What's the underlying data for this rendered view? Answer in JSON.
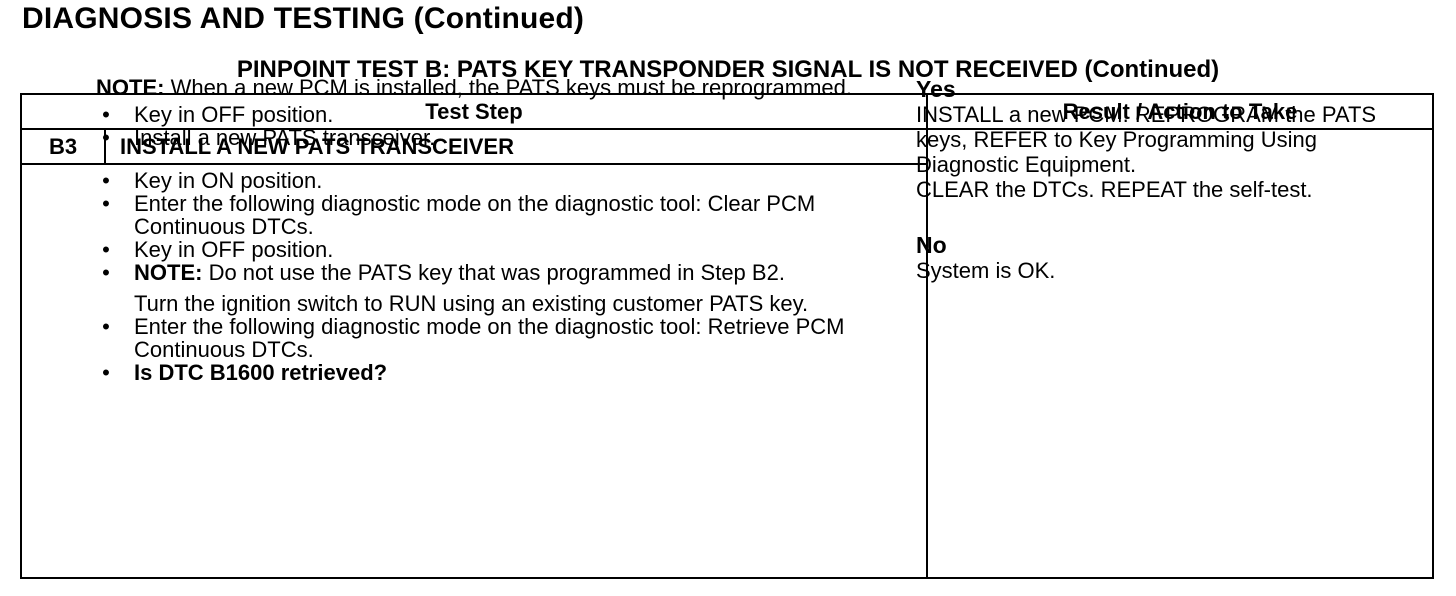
{
  "header": {
    "page_title": "DIAGNOSIS AND TESTING (Continued)",
    "test_title": "PINPOINT TEST  B: PATS KEY TRANSPONDER SIGNAL IS NOT RECEIVED (Continued)"
  },
  "table": {
    "columns": [
      "Test Step",
      "Result / Action to Take"
    ],
    "step_id": "B3",
    "step_heading": "INSTALL A NEW PATS TRANSCEIVER",
    "note_label": "NOTE:",
    "note_text": " When a new PCM is installed, the PATS keys must be reprogrammed.",
    "bullet": "•",
    "items": [
      "Key in OFF position.",
      "Install a new PATS transceiver.",
      "Key in ON position.",
      "Enter the following diagnostic mode on the diagnostic tool: Clear PCM Continuous DTCs.",
      "Key in OFF position."
    ],
    "item6_label": "NOTE:",
    "item6_text": " Do not use the PATS key that was programmed in Step B2.",
    "item6_continuation": "Turn the ignition switch to RUN using an existing customer PATS key.",
    "item7": "Enter the following diagnostic mode on the diagnostic tool: Retrieve PCM Continuous DTCs.",
    "item8": "Is DTC B1600 retrieved?",
    "results": {
      "yes_label": "Yes",
      "yes_text_1": "INSTALL a new PCM. REPROGRAM the PATS keys, REFER to Key Programming Using Diagnostic Equipment.",
      "yes_text_2": "CLEAR the DTCs. REPEAT the self-test.",
      "no_label": "No",
      "no_text": "System is OK."
    }
  }
}
